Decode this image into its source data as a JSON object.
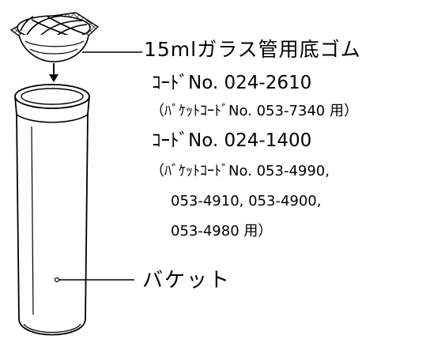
{
  "diagram": {
    "rubber_title": "15mlガラス管用底ゴム",
    "code_1": "ｺｰﾄﾞNo. 024-2610",
    "note_1": "（ﾊﾞｹｯﾄｺｰﾄﾞNo. 053-7340 用）",
    "code_2": "ｺｰﾄﾞNo. 024-1400",
    "note_2": "（ﾊﾞｹｯﾄｺｰﾄﾞNo. 053-4990,",
    "note_2_line2": "053-4910, 053-4900,",
    "note_2_line3": "053-4980 用）",
    "bucket_label": "バケット"
  }
}
